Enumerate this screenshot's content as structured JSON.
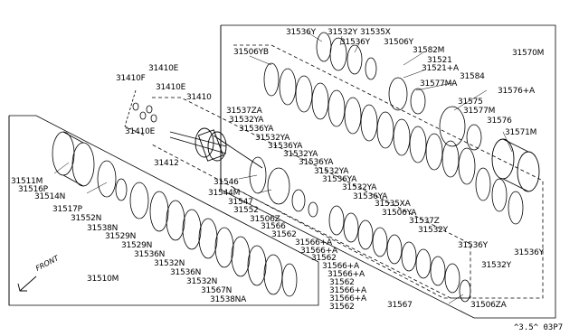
{
  "diagram_code": "^3.5^ 03P7",
  "front_label": "FRONT",
  "labels": [
    {
      "id": "l-31536y-top",
      "text": "31536Y"
    },
    {
      "id": "l-31532y-top",
      "text": "31532Y"
    },
    {
      "id": "l-31535x",
      "text": "31535X"
    },
    {
      "id": "l-31536y-2",
      "text": "31536Y"
    },
    {
      "id": "l-31506y",
      "text": "31506Y"
    },
    {
      "id": "l-31570m",
      "text": "31570M"
    },
    {
      "id": "l-31506yb",
      "text": "31506YB"
    },
    {
      "id": "l-31582m",
      "text": "31582M"
    },
    {
      "id": "l-31521",
      "text": "31521"
    },
    {
      "id": "l-31521a",
      "text": "31521+A"
    },
    {
      "id": "l-31584",
      "text": "31584"
    },
    {
      "id": "l-31577ma",
      "text": "31577MA"
    },
    {
      "id": "l-31576a",
      "text": "31576+A"
    },
    {
      "id": "l-31575",
      "text": "31575"
    },
    {
      "id": "l-31577m",
      "text": "31577M"
    },
    {
      "id": "l-31576",
      "text": "31576"
    },
    {
      "id": "l-31571m",
      "text": "31571M"
    },
    {
      "id": "l-31410f",
      "text": "31410F"
    },
    {
      "id": "l-31410e-1",
      "text": "31410E"
    },
    {
      "id": "l-31410e-2",
      "text": "31410E"
    },
    {
      "id": "l-31410",
      "text": "31410"
    },
    {
      "id": "l-31410e-3",
      "text": "31410E"
    },
    {
      "id": "l-31537za",
      "text": "31537ZA"
    },
    {
      "id": "l-31532ya-1",
      "text": "31532YA"
    },
    {
      "id": "l-31536ya-1",
      "text": "31536YA"
    },
    {
      "id": "l-31532ya-2",
      "text": "31532YA"
    },
    {
      "id": "l-31536ya-2",
      "text": "31536YA"
    },
    {
      "id": "l-31532ya-3",
      "text": "31532YA"
    },
    {
      "id": "l-31536ya-3",
      "text": "31536YA"
    },
    {
      "id": "l-31532ya-4",
      "text": "31532YA"
    },
    {
      "id": "l-31536ya-4",
      "text": "31536YA"
    },
    {
      "id": "l-31532ya-5",
      "text": "31532YA"
    },
    {
      "id": "l-31536ya-5",
      "text": "31536YA"
    },
    {
      "id": "l-31535xa",
      "text": "31535XA"
    },
    {
      "id": "l-31506ya",
      "text": "31506YA"
    },
    {
      "id": "l-31537z",
      "text": "31537Z"
    },
    {
      "id": "l-31532y-mid",
      "text": "31532Y"
    },
    {
      "id": "l-31536y-mid",
      "text": "31536Y"
    },
    {
      "id": "l-31536y-right",
      "text": "31536Y"
    },
    {
      "id": "l-31532y-right",
      "text": "31532Y"
    },
    {
      "id": "l-31412",
      "text": "31412"
    },
    {
      "id": "l-31546",
      "text": "31546"
    },
    {
      "id": "l-31544m",
      "text": "31544M"
    },
    {
      "id": "l-31547",
      "text": "31547"
    },
    {
      "id": "l-31552",
      "text": "31552"
    },
    {
      "id": "l-31506z",
      "text": "31506Z"
    },
    {
      "id": "l-31566",
      "text": "31566"
    },
    {
      "id": "l-31562-1",
      "text": "31562"
    },
    {
      "id": "l-31566a-1",
      "text": "31566+A"
    },
    {
      "id": "l-31566a-2",
      "text": "31566+A"
    },
    {
      "id": "l-31562-2",
      "text": "31562"
    },
    {
      "id": "l-31566a-3",
      "text": "31566+A"
    },
    {
      "id": "l-31566a-4",
      "text": "31566+A"
    },
    {
      "id": "l-31562-3",
      "text": "31562"
    },
    {
      "id": "l-31566a-5",
      "text": "31566+A"
    },
    {
      "id": "l-31566a-6",
      "text": "31566+A"
    },
    {
      "id": "l-31562-4",
      "text": "31562"
    },
    {
      "id": "l-31567",
      "text": "31567"
    },
    {
      "id": "l-31506za",
      "text": "31506ZA"
    },
    {
      "id": "l-31511m",
      "text": "31511M"
    },
    {
      "id": "l-31516p",
      "text": "31516P"
    },
    {
      "id": "l-31514n",
      "text": "31514N"
    },
    {
      "id": "l-31517p",
      "text": "31517P"
    },
    {
      "id": "l-31552n",
      "text": "31552N"
    },
    {
      "id": "l-31538n",
      "text": "31538N"
    },
    {
      "id": "l-31529n-1",
      "text": "31529N"
    },
    {
      "id": "l-31529n-2",
      "text": "31529N"
    },
    {
      "id": "l-31536n-1",
      "text": "31536N"
    },
    {
      "id": "l-31532n-1",
      "text": "31532N"
    },
    {
      "id": "l-31536n-2",
      "text": "31536N"
    },
    {
      "id": "l-31532n-2",
      "text": "31532N"
    },
    {
      "id": "l-31567n",
      "text": "31567N"
    },
    {
      "id": "l-31538na",
      "text": "31538NA"
    },
    {
      "id": "l-31510m",
      "text": "31510M"
    }
  ]
}
